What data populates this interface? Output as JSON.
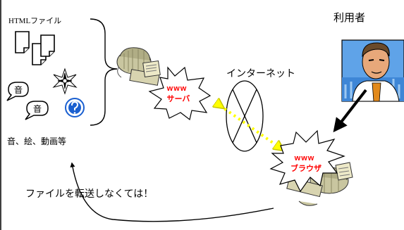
{
  "labels": {
    "html_file": "HTMLファイル",
    "resources": "音、絵、動画等",
    "user": "利用者",
    "internet": "インターネット",
    "transfer_note": "ファイルを転送しなくては！"
  },
  "server": {
    "line1": "www",
    "line2": "サーバ"
  },
  "browser": {
    "line1": "www",
    "line2": "ブラウザ"
  },
  "audio_icons": {
    "glyph": "音"
  },
  "icons": [
    "document-stack-icon",
    "speech-bubble-icon",
    "compass-star-icon",
    "help-icon",
    "server-computer-icon",
    "browser-computer-icon",
    "user-portrait-icon"
  ],
  "colors": {
    "burst_text": "#ff0000",
    "data_flow": "#ffff00",
    "portrait_bg": "#5fa3e8",
    "help_icon": "#1a5fd0",
    "hardware": "#d8d4b0"
  }
}
